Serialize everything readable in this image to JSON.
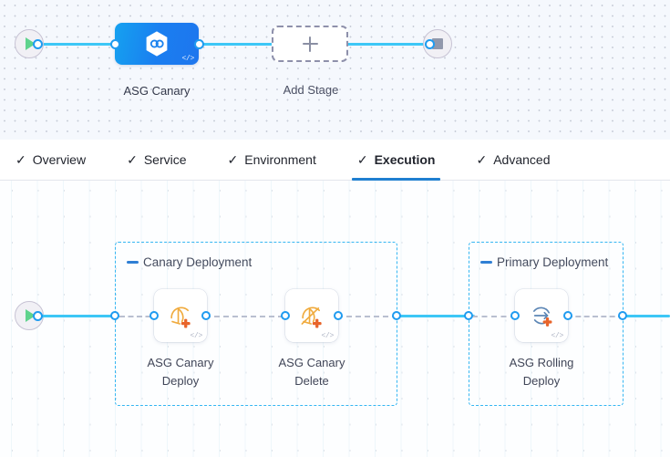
{
  "colors": {
    "accent_blue": "#1f7fd0",
    "rail_cyan": "#3dc7f6",
    "connector_blue": "#1f9bf0",
    "group_dashed": "#35b6f2",
    "stage_gradient_from": "#15a1f0",
    "stage_gradient_to": "#1e76ee",
    "aws_orange": "#f0a93c",
    "plus_badge_orange": "#e8642a",
    "play_green": "#5fd38d",
    "stop_gray": "#9198ac"
  },
  "stage_canvas": {
    "start_node": {
      "icon": "play-icon",
      "label": "Start"
    },
    "end_node": {
      "icon": "stop-icon",
      "label": "End"
    },
    "stages": [
      {
        "name": "ASG Canary",
        "icon": "asg-hexagon-icon",
        "code_badge": "</>",
        "selected": true
      }
    ],
    "add_stage": {
      "label": "Add Stage",
      "icon": "plus-icon"
    }
  },
  "tabs": [
    {
      "label": "Overview",
      "check": "✓",
      "active": false
    },
    {
      "label": "Service",
      "check": "✓",
      "active": false
    },
    {
      "label": "Environment",
      "check": "✓",
      "active": false
    },
    {
      "label": "Execution",
      "check": "✓",
      "active": true
    },
    {
      "label": "Advanced",
      "check": "✓",
      "active": false
    }
  ],
  "execution_canvas": {
    "start_node": {
      "icon": "play-icon",
      "label": "Start"
    },
    "groups": [
      {
        "title": "Canary Deployment",
        "collapse_icon": "collapse-dash-icon",
        "steps": [
          {
            "label_line1": "ASG Canary",
            "label_line2": "Deploy",
            "icon": "asg-canary-deploy-icon",
            "code_badge": "</>"
          },
          {
            "label_line1": "ASG Canary",
            "label_line2": "Delete",
            "icon": "asg-canary-delete-icon",
            "code_badge": "</>"
          }
        ]
      },
      {
        "title": "Primary Deployment",
        "collapse_icon": "collapse-dash-icon",
        "steps": [
          {
            "label_line1": "ASG Rolling",
            "label_line2": "Deploy",
            "icon": "asg-rolling-deploy-icon",
            "code_badge": "</>"
          }
        ]
      }
    ]
  }
}
